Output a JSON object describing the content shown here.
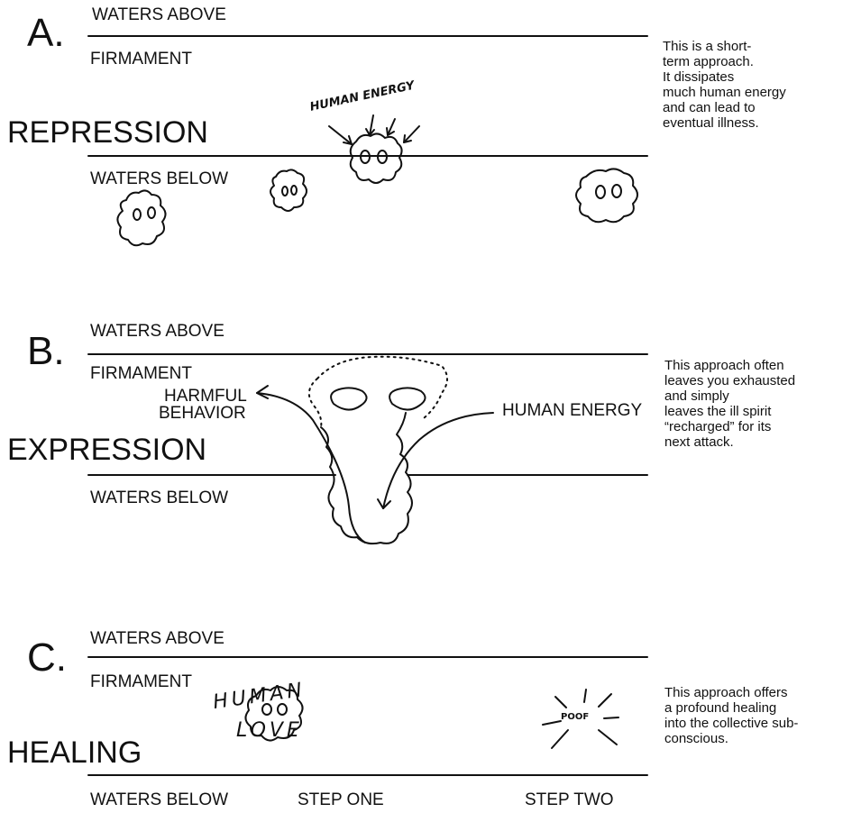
{
  "colors": {
    "ink": "#111111",
    "background": "#ffffff"
  },
  "panel_a": {
    "letter": "A.",
    "waters_above": "WATERS ABOVE",
    "firmament": "FIRMAMENT",
    "title": "REPRESSION",
    "waters_below": "WATERS BELOW",
    "handwritten_label": "HUMAN ENERGY",
    "note": [
      "This is a short-",
      "term approach.",
      "It dissipates",
      "much human energy",
      "and can lead to",
      "eventual illness."
    ]
  },
  "panel_b": {
    "letter": "B.",
    "waters_above": "WATERS ABOVE",
    "firmament": "FIRMAMENT",
    "harmful_1": "HARMFUL",
    "harmful_2": "BEHAVIOR",
    "human_energy": "HUMAN ENERGY",
    "title": "EXPRESSION",
    "waters_below": "WATERS BELOW",
    "note": [
      "This approach often",
      "leaves you exhausted",
      "and simply",
      "leaves the ill spirit",
      "“recharged” for its",
      "next attack."
    ]
  },
  "panel_c": {
    "letter": "C.",
    "waters_above": "WATERS ABOVE",
    "firmament": "FIRMAMENT",
    "title": "HEALING",
    "waters_below": "WATERS BELOW",
    "step_one": "STEP ONE",
    "step_two": "STEP TWO",
    "hand_human": "HUMAN",
    "hand_love": "LOVE",
    "hand_poof": "POOF",
    "note": [
      "This approach offers",
      "a profound healing",
      "into the collective sub-",
      "conscious."
    ]
  }
}
